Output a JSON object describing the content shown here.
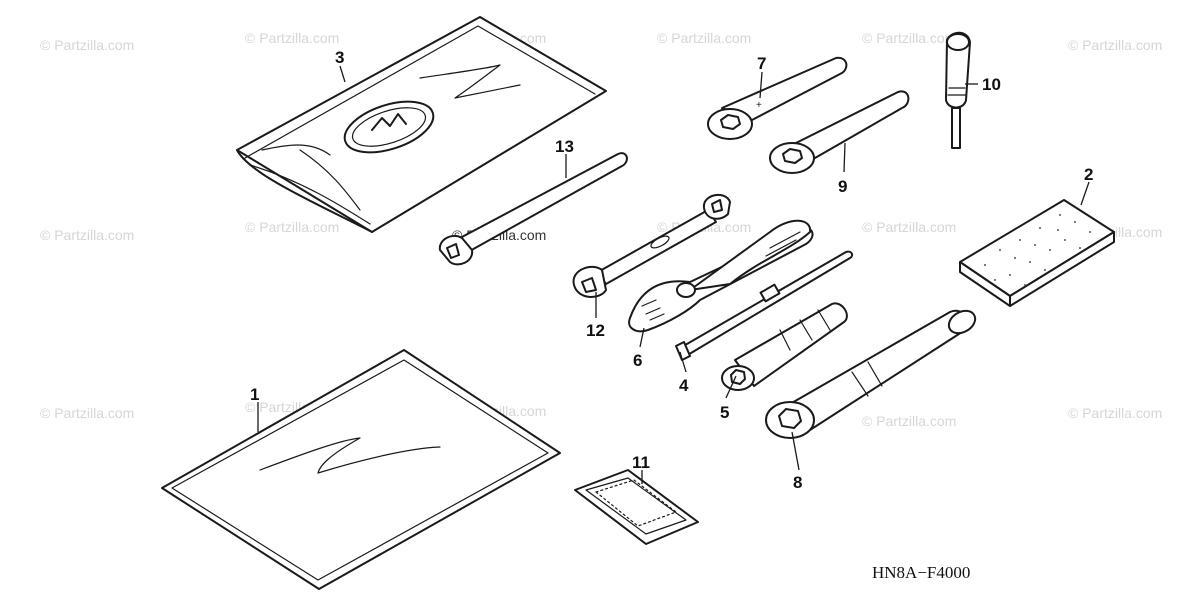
{
  "watermark": "© Partzilla.com",
  "diagram_code": "HN8A−F4000",
  "callouts": [
    "1",
    "2",
    "3",
    "4",
    "5",
    "6",
    "7",
    "8",
    "9",
    "10",
    "11",
    "12",
    "13"
  ]
}
